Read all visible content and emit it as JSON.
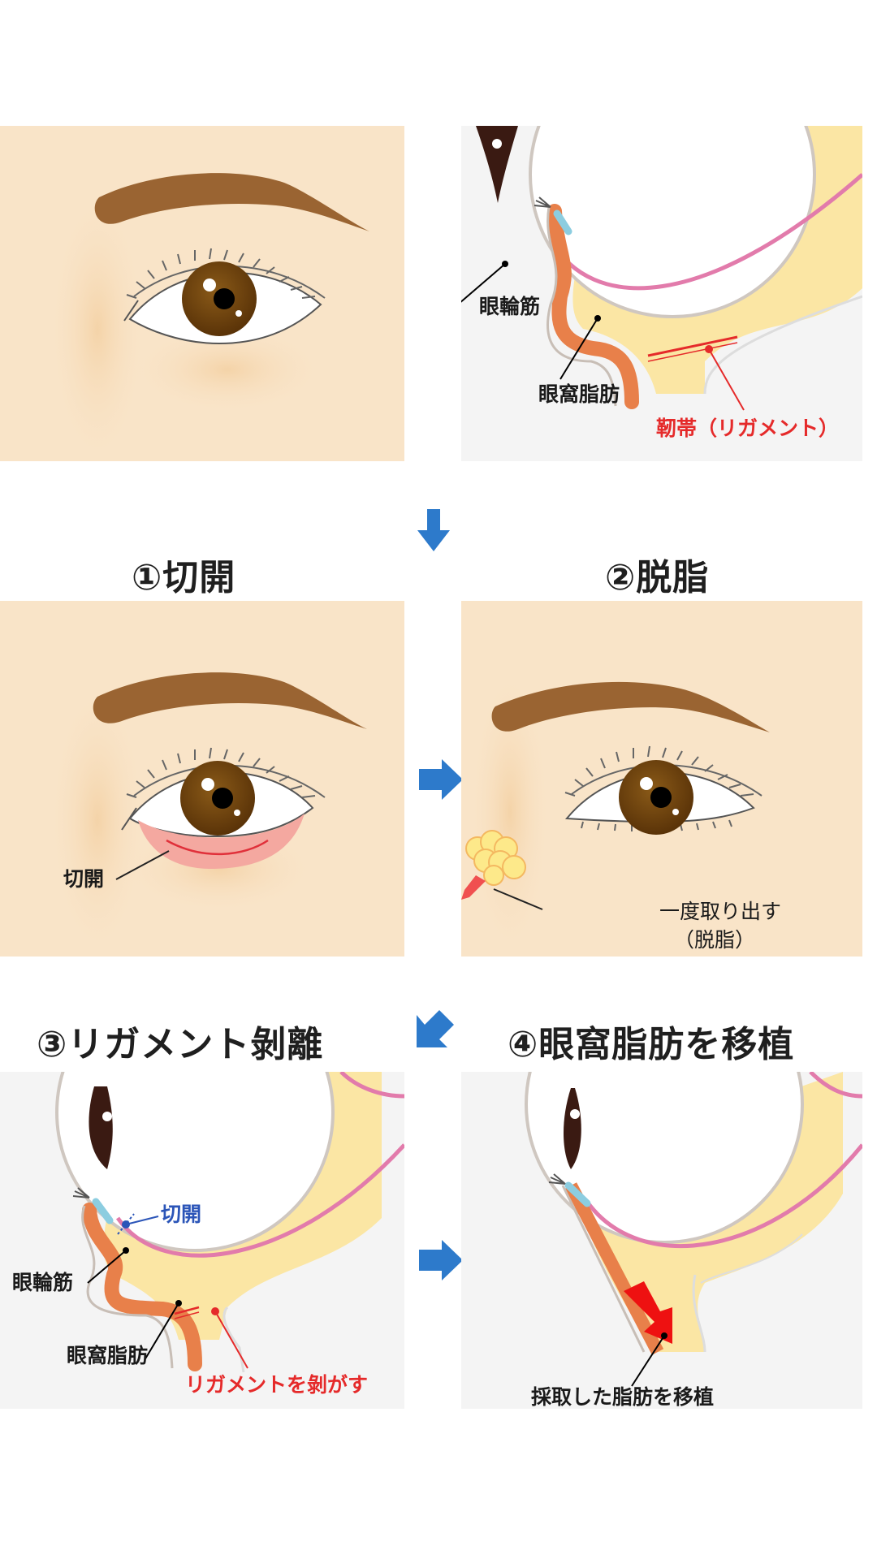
{
  "colors": {
    "skin": "#f9e4c8",
    "cross_section_bg": "#f4f4f4",
    "arrow_blue": "#2d7acb",
    "label_red": "#e52a2a",
    "label_blue": "#2b55b8",
    "muscle_orange": "#e8804a",
    "fat_yellow": "#fbe6a4",
    "membrane_pink": "#e27bab"
  },
  "panels": {
    "before_front": {
      "description": "front view of eye before surgery"
    },
    "before_cross": {
      "labels": {
        "muscle": "眼輪筋",
        "fat": "眼窩脂肪",
        "ligament": "靭帯（リガメント）"
      }
    },
    "step1": {
      "heading": "①切開",
      "labels": {
        "incision": "切開"
      }
    },
    "step2": {
      "heading": "②脱脂",
      "labels": {
        "remove_line1": "一度取り出す",
        "remove_line2": "（脱脂）"
      }
    },
    "step3": {
      "heading": "③リガメント剝離",
      "labels": {
        "incision": "切開",
        "muscle": "眼輪筋",
        "fat": "眼窩脂肪",
        "ligament_release": "リガメントを剝がす"
      }
    },
    "step4": {
      "heading": "④眼窩脂肪を移植",
      "labels": {
        "transplant": "採取した脂肪を移植"
      }
    }
  },
  "arrows": [
    {
      "id": "down",
      "direction": "down-icon"
    },
    {
      "id": "right-1",
      "direction": "right-icon"
    },
    {
      "id": "down-left",
      "direction": "down-left-icon"
    },
    {
      "id": "right-2",
      "direction": "right-icon"
    }
  ]
}
